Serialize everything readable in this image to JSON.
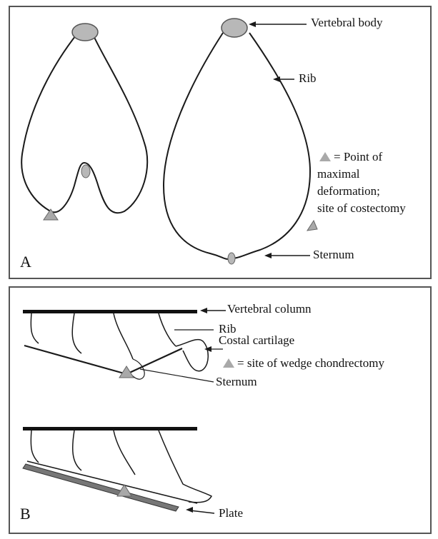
{
  "panel_a": {
    "letter": "A",
    "labels": {
      "vertebral_body": "Vertebral body",
      "rib": "Rib",
      "legend_line1": "= Point of",
      "legend_line2": "maximal",
      "legend_line3": "deformation;",
      "legend_line4": "site of costectomy",
      "sternum": "Sternum"
    }
  },
  "panel_b": {
    "letter": "B",
    "labels": {
      "vertebral_column": "Vertebral column",
      "rib": "Rib",
      "costal_cartilage": "Costal cartilage",
      "legend": "= site of  wedge chondrectomy",
      "sternum": "Sternum",
      "plate": "Plate"
    }
  },
  "colors": {
    "marker_fill": "#a9a9a9",
    "vertebra_fill": "#b8b8b8",
    "line": "#1a1a1a"
  }
}
